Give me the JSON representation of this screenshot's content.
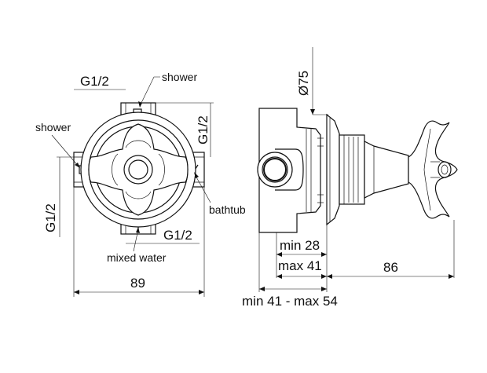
{
  "front_view": {
    "label_inlet_top": "G1/2",
    "label_inlet_right": "G1/2",
    "label_inlet_left": "G1/2",
    "label_inlet_bottom": "G1/2",
    "label_shower_top": "shower",
    "label_shower_left": "shower",
    "label_bathtub": "bathtub",
    "label_mixed_water": "mixed water",
    "dim_width": "89"
  },
  "side_view": {
    "dim_diameter": "Ø75",
    "dim_min_depth": "min 28",
    "dim_max_depth": "max 41",
    "dim_handle": "86",
    "dim_overall": "min 41 - max 54"
  }
}
